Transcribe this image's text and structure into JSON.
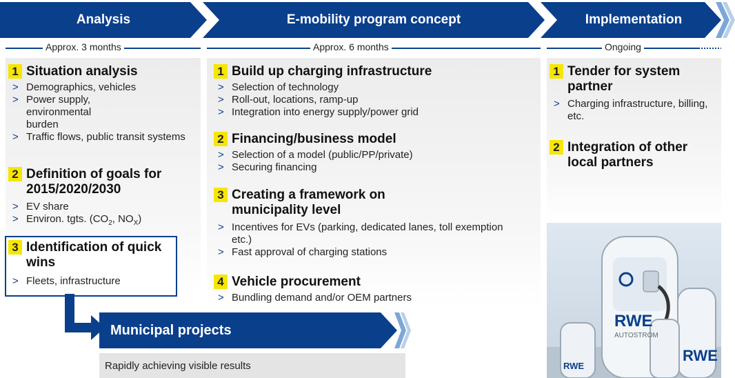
{
  "phases": [
    {
      "label": "Analysis",
      "duration": "Approx. 3 months"
    },
    {
      "label": "E-mobility program concept",
      "duration": "Approx. 6 months"
    },
    {
      "label": "Implementation",
      "duration": "Ongoing"
    }
  ],
  "analysis": {
    "items": [
      {
        "num": "1",
        "title": "Situation analysis",
        "bullets": [
          "Demographics, vehicles",
          "Power supply, environmental burden",
          "Traffic flows, public transit systems"
        ]
      },
      {
        "num": "2",
        "title": "Definition of goals for 2015/2020/2030",
        "bullets": [
          "EV share",
          "Environ. tgts. (CO",
          "2",
          ", NO",
          "X",
          ")"
        ]
      },
      {
        "num": "3",
        "title": "Identification of quick wins",
        "bullets": [
          "Fleets, infrastructure"
        ]
      }
    ]
  },
  "concept": {
    "items": [
      {
        "num": "1",
        "title": "Build up charging infrastructure",
        "bullets": [
          "Selection of technology",
          "Roll-out, locations, ramp-up",
          "Integration into energy supply/power grid"
        ]
      },
      {
        "num": "2",
        "title": "Financing/business model",
        "bullets": [
          "Selection of a model (public/PP/private)",
          "Securing financing"
        ]
      },
      {
        "num": "3",
        "title": "Creating a framework on municipality level",
        "bullets": [
          "Incentives for EVs (parking, dedicated lanes, toll exemption etc.)",
          "Fast approval of charging stations"
        ]
      },
      {
        "num": "4",
        "title": "Vehicle procurement",
        "bullets": [
          "Bundling demand and/or OEM partners"
        ]
      }
    ]
  },
  "implementation": {
    "items": [
      {
        "num": "1",
        "title": "Tender for system partner",
        "bullets": [
          "Charging infrastructure, billing, etc."
        ]
      },
      {
        "num": "2",
        "title": "Integration of other local partners",
        "bullets": []
      }
    ]
  },
  "municipal": {
    "label": "Municipal projects",
    "result": "Rapidly achieving visible results"
  },
  "photo": {
    "brand": "RWE",
    "sub": "AUTOSTROM",
    "small_brand": "RWE",
    "bottom_label": "RWE"
  },
  "bullet_marker": ">",
  "colors": {
    "navy": "#0a3f8c",
    "light_blue": "#7da7d9",
    "yellow": "#f7e600"
  }
}
